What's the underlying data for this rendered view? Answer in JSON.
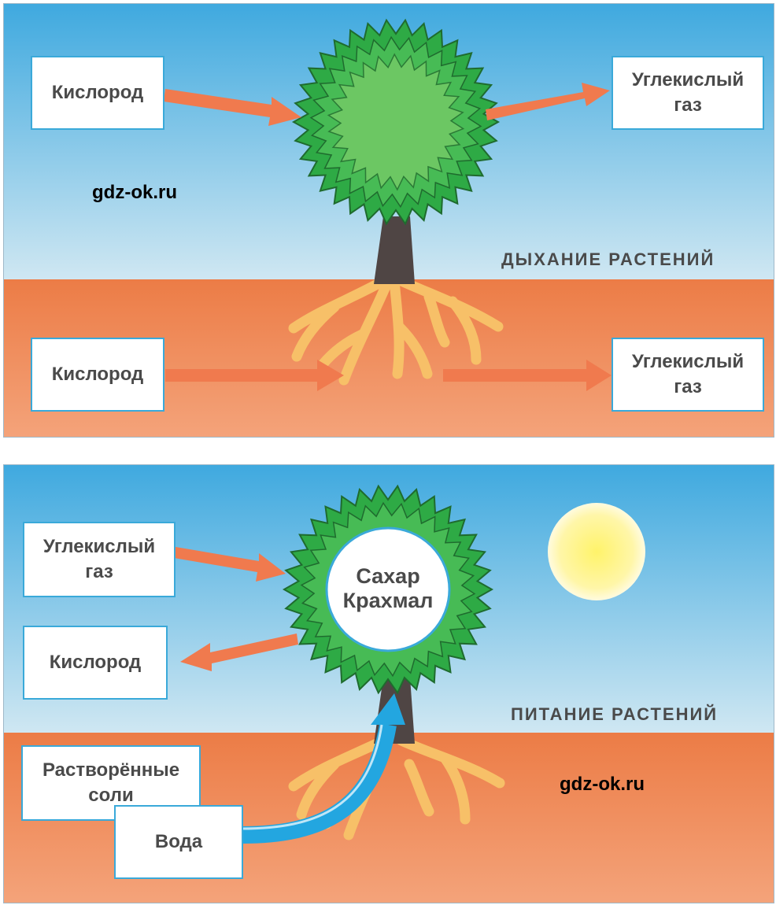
{
  "respiration": {
    "caption": "ДЫХАНИЕ РАСТЕНИЙ",
    "air_in": "Кислород",
    "air_out": "Углекислый\nгаз",
    "soil_in": "Кислород",
    "soil_out": "Углекислый\nгаз",
    "watermark": "gdz-ok.ru"
  },
  "nutrition": {
    "caption": "ПИТАНИЕ РАСТЕНИЙ",
    "air_in": "Углекислый\nгаз",
    "air_out": "Кислород",
    "crown_label": "Сахар\nКрахмал",
    "soil_salts": "Растворённые\nсоли",
    "soil_water": "Вода",
    "watermark": "gdz-ok.ru"
  },
  "colors": {
    "sky_top": "#3fa9df",
    "sky_bottom": "#cfe7f2",
    "soil": "#f08a55",
    "arrow": "#f07a4e",
    "water_arrow": "#23a6e0",
    "crown": "#2eaa45",
    "trunk": "#4f4544",
    "roots": "#f7c068",
    "sun": "#fff36a"
  }
}
